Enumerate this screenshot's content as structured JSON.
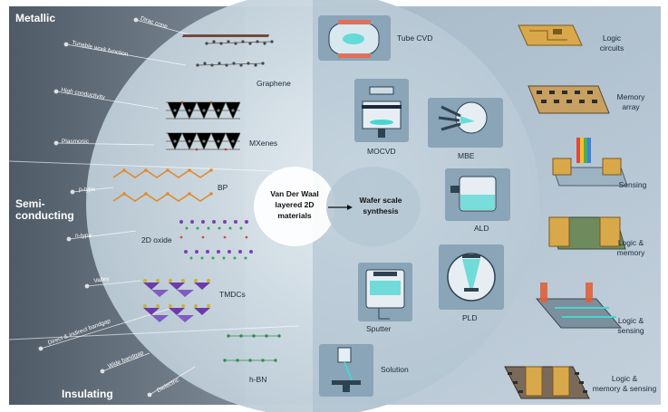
{
  "categories": {
    "metallic": "Metallic",
    "semiconducting_1": "Semi-",
    "semiconducting_2": "conducting",
    "insulating": "Insulating"
  },
  "properties": [
    "Dirac cone",
    "Tunable work function",
    "High conductivity",
    "Plasmonic",
    "p-type",
    "n-type",
    "Valley",
    "Direct & indirect bandgap",
    "Wide bandgap",
    "Dielectric"
  ],
  "materials": {
    "graphene": "Graphene",
    "mxenes": "MXenes",
    "bp": "BP",
    "oxide": "2D oxide",
    "tmdcs": "TMDCs",
    "hbn": "h-BN"
  },
  "center": {
    "left_1": "Van Der Waal",
    "left_2": "layered 2D",
    "left_3": "materials",
    "right_1": "Wafer scale",
    "right_2": "synthesis"
  },
  "techniques": {
    "tube_cvd": "Tube CVD",
    "mocvd": "MOCVD",
    "mbe": "MBE",
    "ald": "ALD",
    "sputter": "Sputter",
    "pld": "PLD",
    "solution": "Solution"
  },
  "applications": {
    "logic_1": "Logic",
    "logic_2": "circuits",
    "memory_1": "Memory",
    "memory_2": "array",
    "sensing": "Sensing",
    "logic_memory_1": "Logic &",
    "logic_memory_2": "memory",
    "logic_sensing_1": "Logic &",
    "logic_sensing_2": "sensing",
    "lms_1": "Logic &",
    "lms_2": "memory & sensing"
  },
  "colors": {
    "left_panel": "#5d6a77",
    "disc": "#c9d6df",
    "right_bg": "#aebfcd",
    "device_gold": "#d9a84a",
    "atom_orange": "#e08a2e",
    "atom_purple": "#7a3fb0",
    "atom_green": "#2f8f4e"
  }
}
